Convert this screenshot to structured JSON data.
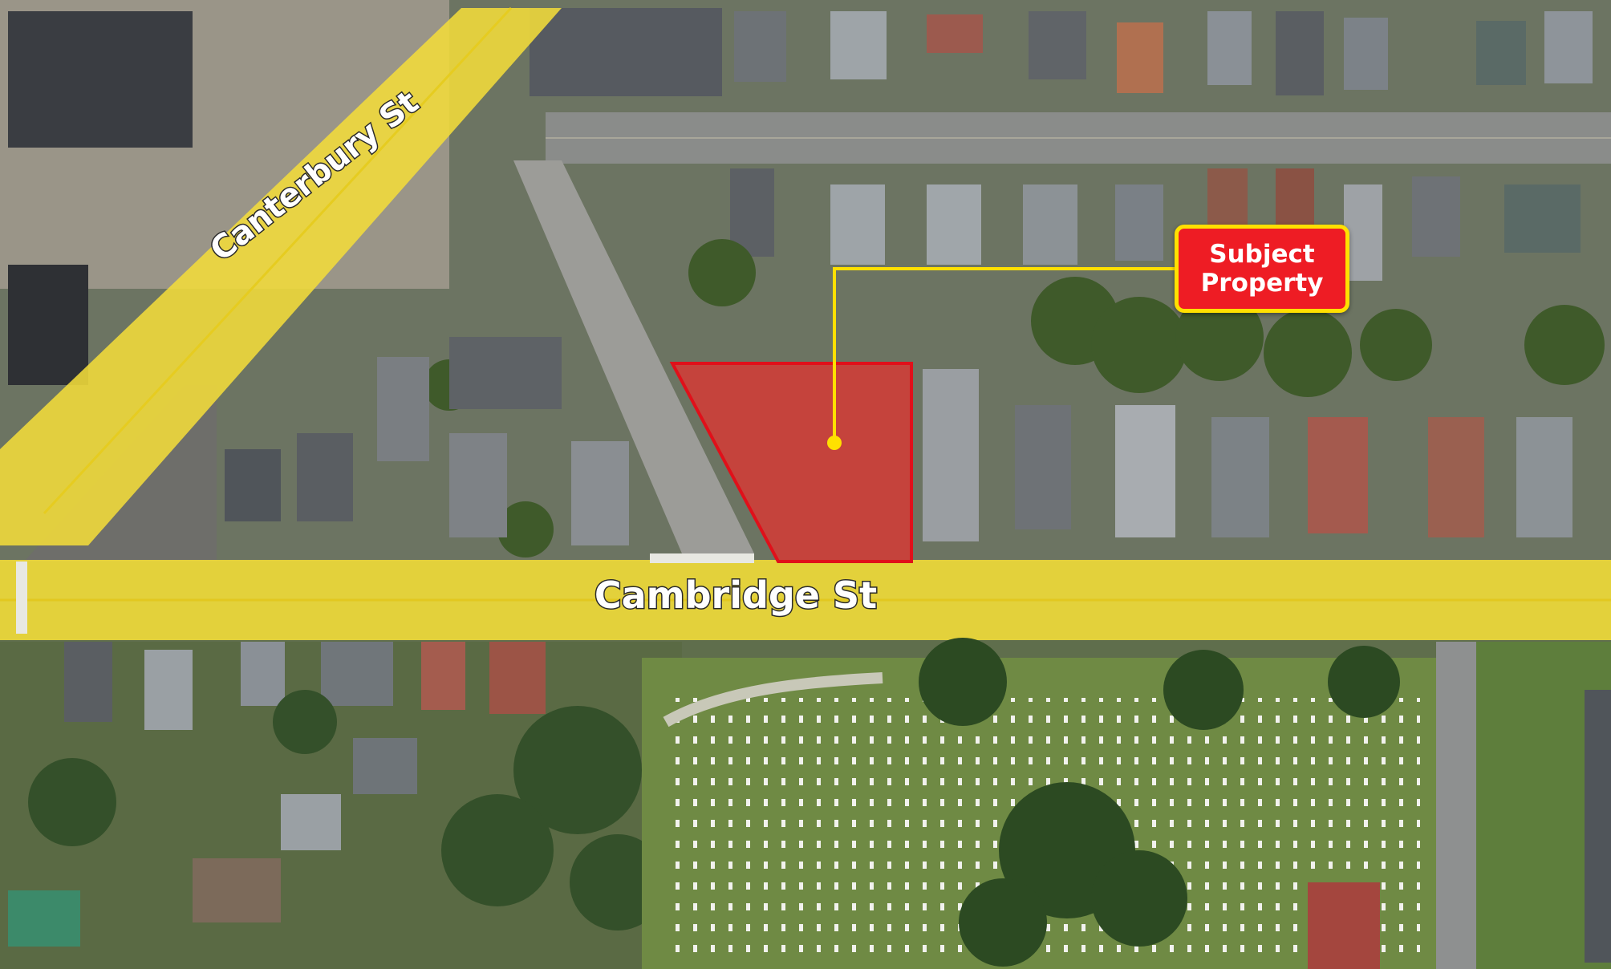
{
  "map": {
    "streets": {
      "cambridge": "Cambridge St",
      "canterbury": "Canterbury St"
    },
    "callout": {
      "line1": "Subject",
      "line2": "Property"
    },
    "colors": {
      "road_highlight": "#f2dc3a",
      "parcel_fill": "#e8302e",
      "parcel_outline": "#e0101a",
      "callout_fill": "#ee1c24",
      "callout_border": "#ffe000",
      "leader_line": "#ffe000"
    }
  }
}
